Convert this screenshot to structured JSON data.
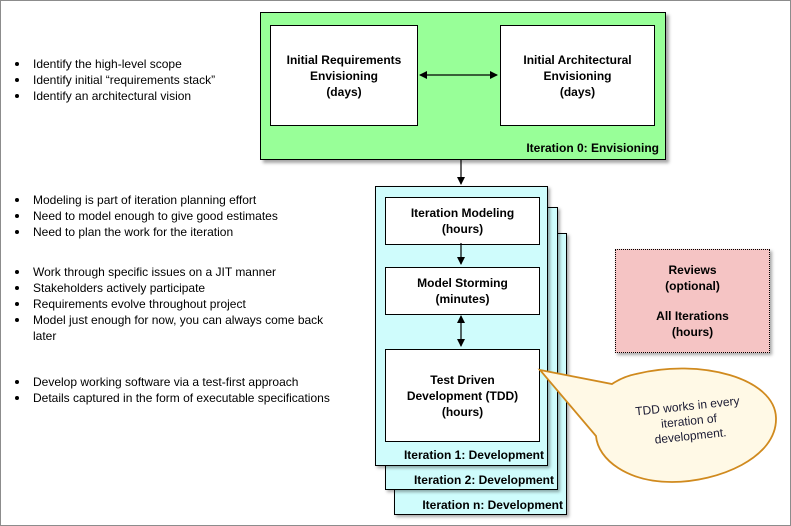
{
  "envisioning": {
    "requirements_box": "Initial Requirements\nEnvisioning\n(days)",
    "architecture_box": "Initial Architectural\nEnvisioning\n(days)",
    "label": "Iteration 0: Envisioning",
    "fill_color": "#98ff98"
  },
  "notes": {
    "envisioning": [
      "Identify the high-level scope",
      "Identify initial “requirements stack”",
      "Identify an architectural vision"
    ],
    "iteration_modeling": [
      "Modeling is part of iteration planning effort",
      "Need to model enough to give good estimates",
      "Need to plan the work for the iteration"
    ],
    "model_storming": [
      "Work through specific issues on a JIT manner",
      "Stakeholders actively participate",
      "Requirements evolve throughout project",
      "Model just enough for now, you can always come back later"
    ],
    "tdd": [
      "Develop working software via a test-first approach",
      "Details captured in the form of executable specifications"
    ]
  },
  "development": {
    "iteration_modeling_box": "Iteration Modeling\n(hours)",
    "model_storming_box": "Model Storming\n(minutes)",
    "tdd_box": "Test Driven\nDevelopment (TDD)\n(hours)",
    "iteration_labels": [
      "Iteration 1: Development",
      "Iteration 2: Development",
      "Iteration n: Development"
    ],
    "fill_color": "#cffcfc"
  },
  "reviews": {
    "title": "Reviews",
    "subtitle": "(optional)",
    "scope": "All Iterations",
    "duration": "(hours)",
    "fill_color": "#f5c4c4"
  },
  "callout": {
    "text": "TDD works in every iteration of development.",
    "fill_color": "#fff9e6",
    "stroke_color": "#d08a1e"
  }
}
